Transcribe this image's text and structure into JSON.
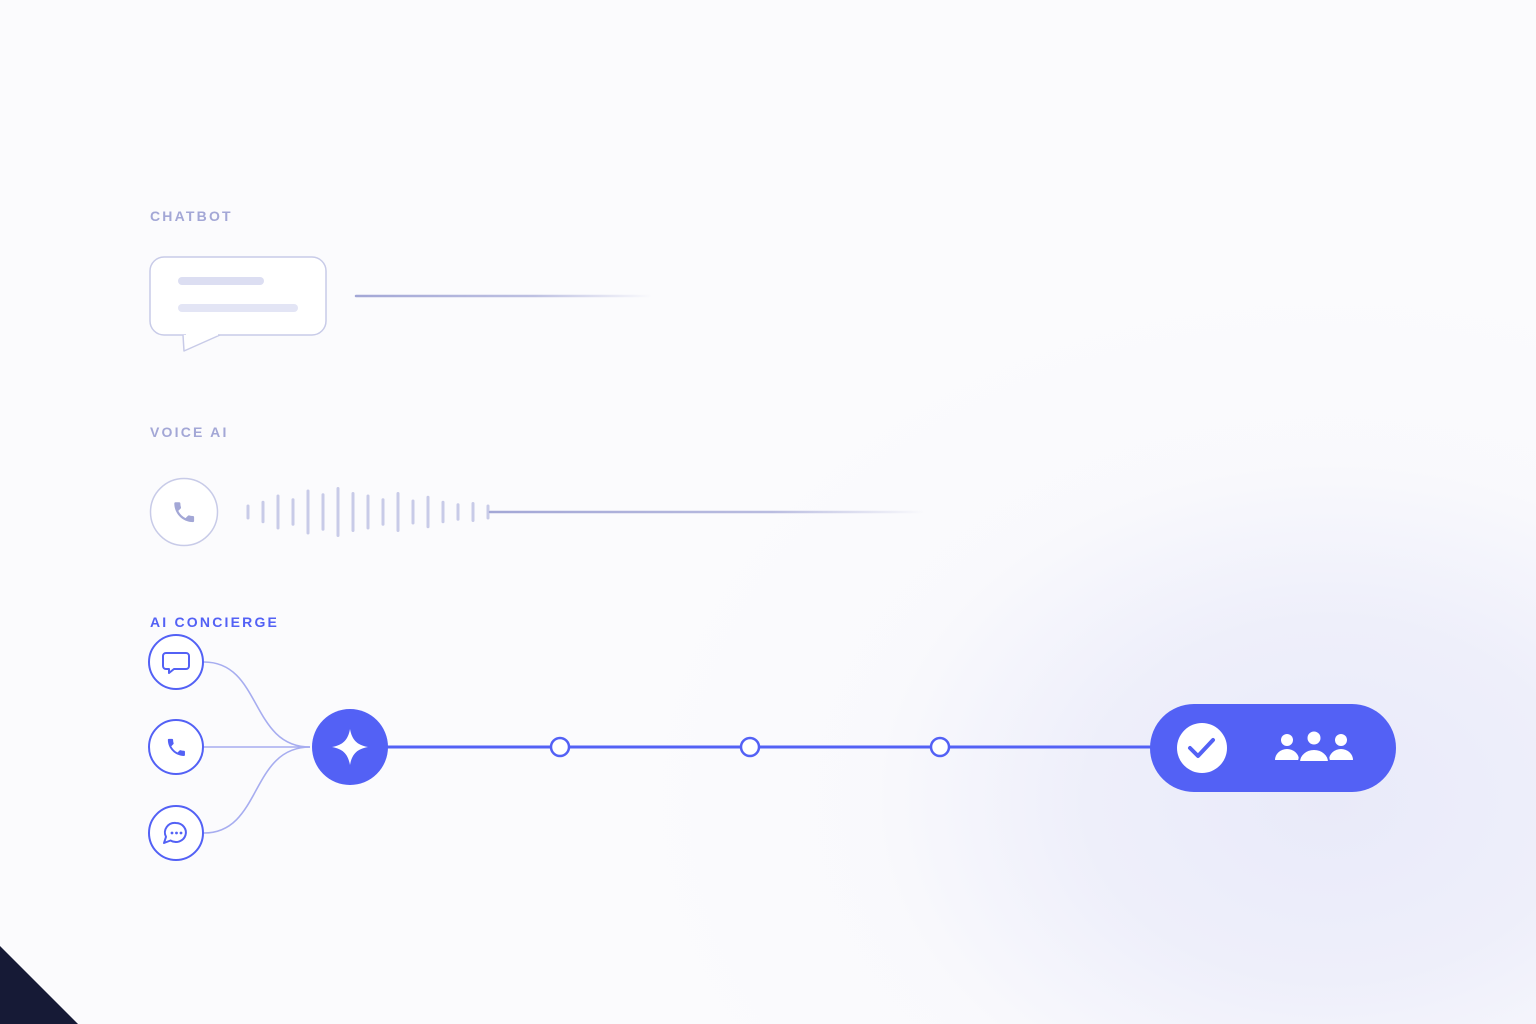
{
  "sections": {
    "chatbot": {
      "label": "CHATBOT"
    },
    "voice_ai": {
      "label": "VOICE AI"
    },
    "ai_concierge": {
      "label": "AI CONCIERGE",
      "channels": [
        {
          "icon": "chat-bubble-icon"
        },
        {
          "icon": "phone-icon"
        },
        {
          "icon": "message-dots-icon"
        }
      ],
      "hub_icon": "sparkle-icon",
      "step_nodes": 3,
      "outcome": {
        "icons": [
          "checkmark-icon",
          "team-icon"
        ]
      }
    }
  },
  "colors": {
    "muted_label": "#a3a7d6",
    "muted_stroke": "#c8cbe8",
    "accent": "#5361f5",
    "connector_light": "#a7adf0",
    "corner": "#161a36"
  },
  "waveform_bars": [
    0.3,
    0.45,
    0.7,
    0.55,
    0.9,
    0.75,
    1.0,
    0.8,
    0.7,
    0.55,
    0.8,
    0.5,
    0.65,
    0.45,
    0.35,
    0.4,
    0.3
  ]
}
